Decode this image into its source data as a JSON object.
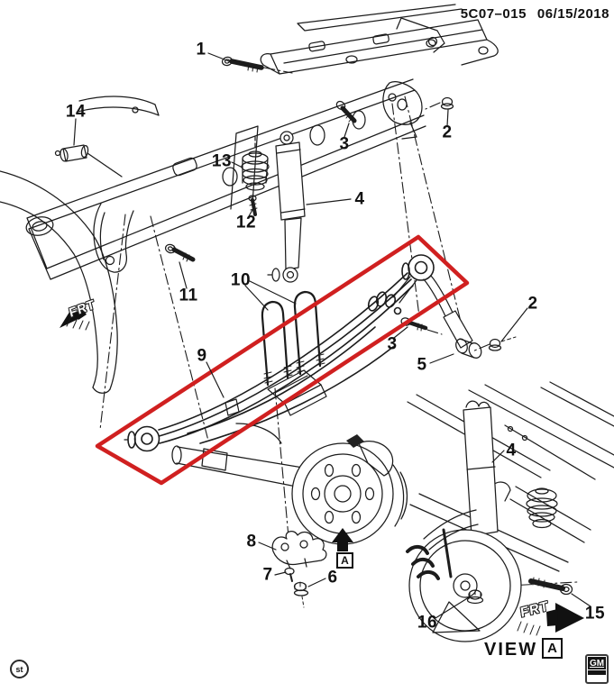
{
  "title_block": {
    "drawing_number": "5C07–015",
    "date": "06/15/2018"
  },
  "callouts": {
    "bolt_1": "1",
    "nut_2_upper": "2",
    "nut_2_shackle": "2",
    "bolt_3_upper": "3",
    "bolt_3_shackle": "3",
    "shock_4_main": "4",
    "shock_4_view": "4",
    "shackle_5": "5",
    "nut_6": "6",
    "bolt_7": "7",
    "bracket_8": "8",
    "leaf_spring_9": "9",
    "u_bolt_10": "10",
    "bolt_11": "11",
    "bolt_12": "12",
    "jounce_bumper_13": "13",
    "sensor_14": "14",
    "bolt_15": "15",
    "nut_16": "16"
  },
  "labels": {
    "frt_front": "FRT",
    "frt_view": "FRT",
    "view": "VIEW",
    "view_ref": "A",
    "direction_ref": "A",
    "gm": "GM",
    "stamp": "st"
  },
  "colors": {
    "highlight_red": "#d02020",
    "line": "#1c1c1c"
  }
}
